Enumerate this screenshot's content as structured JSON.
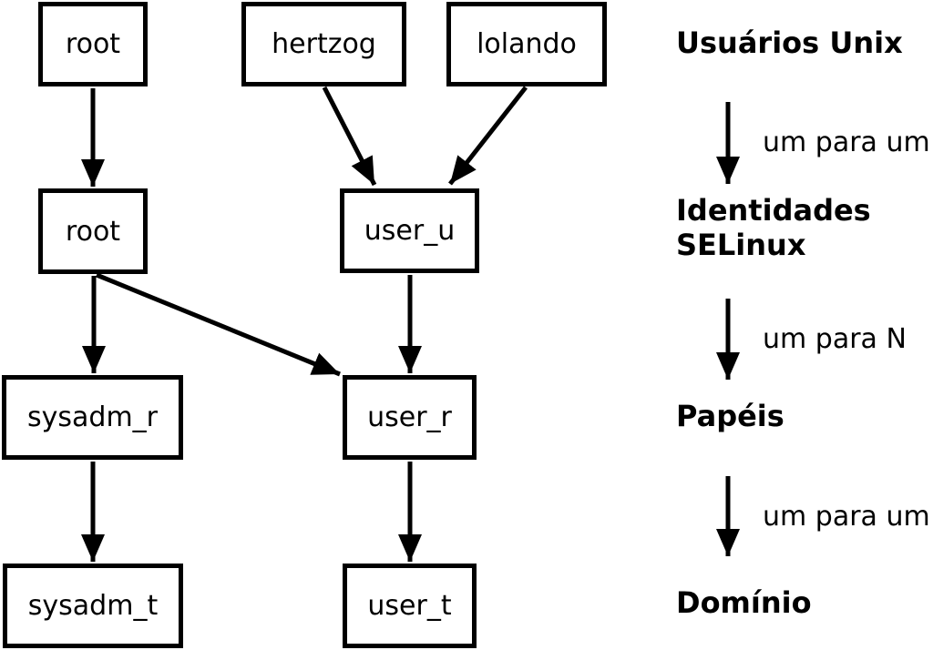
{
  "diagram": {
    "boxes": [
      {
        "id": "unix-user-root",
        "label": "root"
      },
      {
        "id": "unix-user-hertzog",
        "label": "hertzog"
      },
      {
        "id": "unix-user-lolando",
        "label": "lolando"
      },
      {
        "id": "selinux-identity-root",
        "label": "root"
      },
      {
        "id": "selinux-identity-user-u",
        "label": "user_u"
      },
      {
        "id": "role-sysadm-r",
        "label": "sysadm_r"
      },
      {
        "id": "role-user-r",
        "label": "user_r"
      },
      {
        "id": "domain-sysadm-t",
        "label": "sysadm_t"
      },
      {
        "id": "domain-user-t",
        "label": "user_t"
      }
    ],
    "edges": [
      {
        "from": "unix-user-root",
        "to": "selinux-identity-root"
      },
      {
        "from": "unix-user-hertzog",
        "to": "selinux-identity-user-u"
      },
      {
        "from": "unix-user-lolando",
        "to": "selinux-identity-user-u"
      },
      {
        "from": "selinux-identity-root",
        "to": "role-sysadm-r"
      },
      {
        "from": "selinux-identity-root",
        "to": "role-user-r"
      },
      {
        "from": "selinux-identity-user-u",
        "to": "role-user-r"
      },
      {
        "from": "role-sysadm-r",
        "to": "domain-sysadm-t"
      },
      {
        "from": "role-user-r",
        "to": "domain-user-t"
      }
    ],
    "legend": {
      "level1": "Usuários Unix",
      "mapping_1_2": "um para um",
      "level2_line1": "Identidades",
      "level2_line2": "SELinux",
      "mapping_2_3": "um para N",
      "level3": "Papéis",
      "mapping_3_4": "um para um",
      "level4": "Domínio"
    },
    "colors": {
      "stroke": "#000000",
      "background": "#ffffff"
    }
  }
}
